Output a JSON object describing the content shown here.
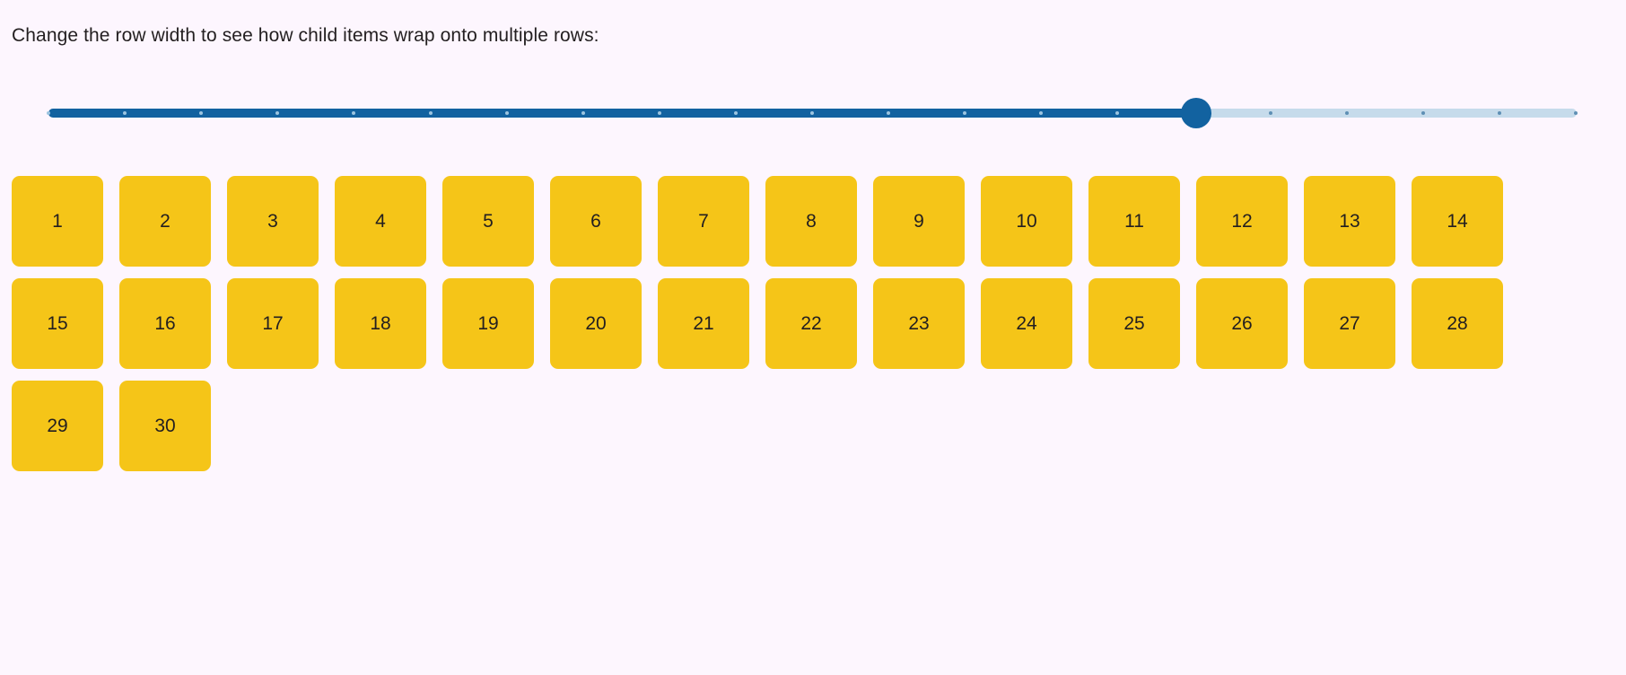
{
  "page": {
    "background_color": "#fdf6fe",
    "heading": "Change the row width to see how child items wrap onto multiple rows:"
  },
  "slider": {
    "name": "row-width-slider",
    "orientation": "horizontal",
    "min": 0,
    "max": 20,
    "value": 15,
    "step": 1,
    "tick_count": 21,
    "filled_color": "#1262a0",
    "remaining_color": "#c6dbeb",
    "thumb_color": "#1262a0",
    "tick_color_on_fill": "#9cc4e0",
    "tick_color_on_remaining": "#5e8fb4",
    "fill_percent": 75.1
  },
  "tiles": {
    "accent_color": "#f5c518",
    "text_color": "#231f20",
    "items_per_row": 15,
    "row_count": 2,
    "labels": [
      "1",
      "2",
      "3",
      "4",
      "5",
      "6",
      "7",
      "8",
      "9",
      "10",
      "11",
      "12",
      "13",
      "14",
      "15",
      "16",
      "17",
      "18",
      "19",
      "20",
      "21",
      "22",
      "23",
      "24",
      "25",
      "26",
      "27",
      "28",
      "29",
      "30"
    ]
  }
}
